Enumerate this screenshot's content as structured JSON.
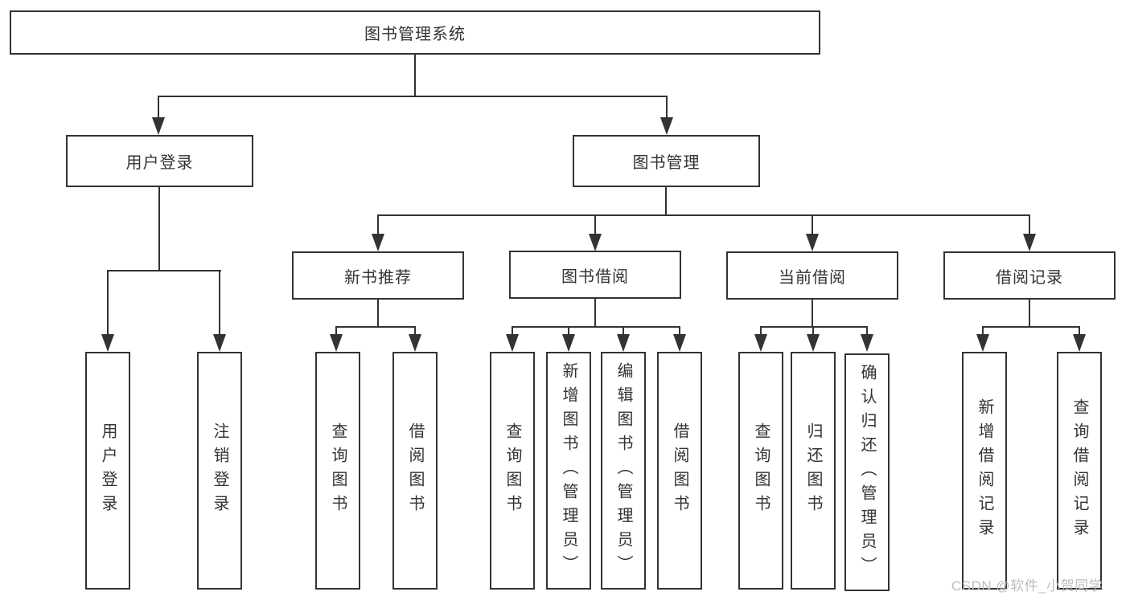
{
  "diagram": {
    "root": "图书管理系统",
    "level2": {
      "user_login": "用户登录",
      "book_mgmt": "图书管理"
    },
    "level3": {
      "new_book_rec": "新书推荐",
      "book_borrow": "图书借阅",
      "current_borrow": "当前借阅",
      "borrow_record": "借阅记录"
    },
    "leaves": {
      "login_user": "用户登录",
      "login_logout": "注销登录",
      "rec_query": "查询图书",
      "rec_borrow": "借阅图书",
      "bor_query": "查询图书",
      "bor_add_admin": "新增图书（管理员）",
      "bor_edit_admin": "编辑图书（管理员）",
      "bor_borrow": "借阅图书",
      "cur_query": "查询图书",
      "cur_return": "归还图书",
      "cur_confirm_admin": "确认归还（管理员）",
      "log_add": "新增借阅记录",
      "log_query": "查询借阅记录"
    }
  },
  "watermark": "CSDN @软件_小贺同学",
  "colors": {
    "line": "#333333",
    "text": "#333333",
    "watermark": "#bdbdbd",
    "background": "#ffffff"
  }
}
